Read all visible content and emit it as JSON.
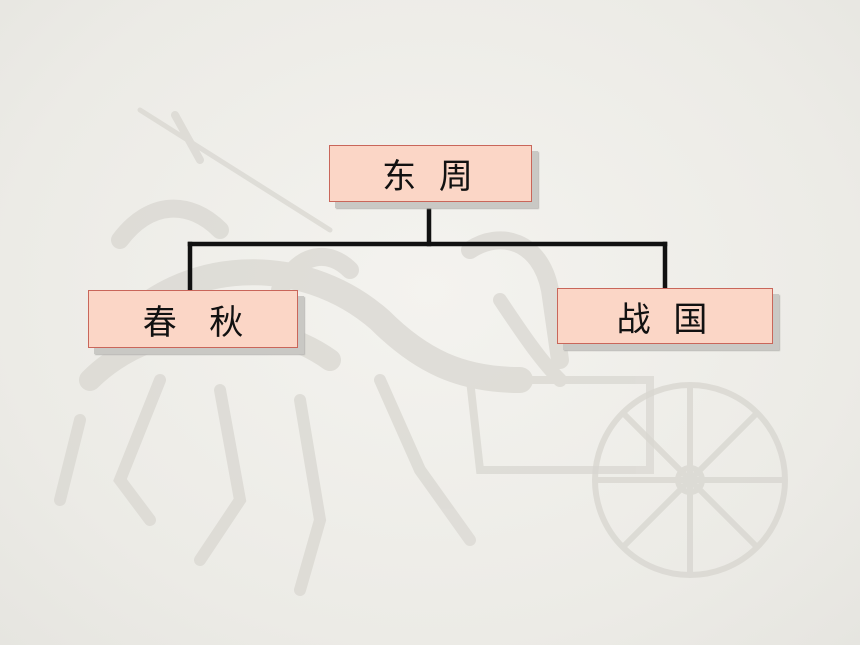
{
  "diagram": {
    "root": {
      "label": "东 周"
    },
    "children": [
      {
        "label": "春   秋"
      },
      {
        "label": "战 国"
      }
    ]
  },
  "colors": {
    "node_fill": "#fbd6c6",
    "node_border": "#c9665a",
    "node_shadow": "#c9c8c4",
    "connector": "#111111",
    "background": "#efeeea"
  }
}
